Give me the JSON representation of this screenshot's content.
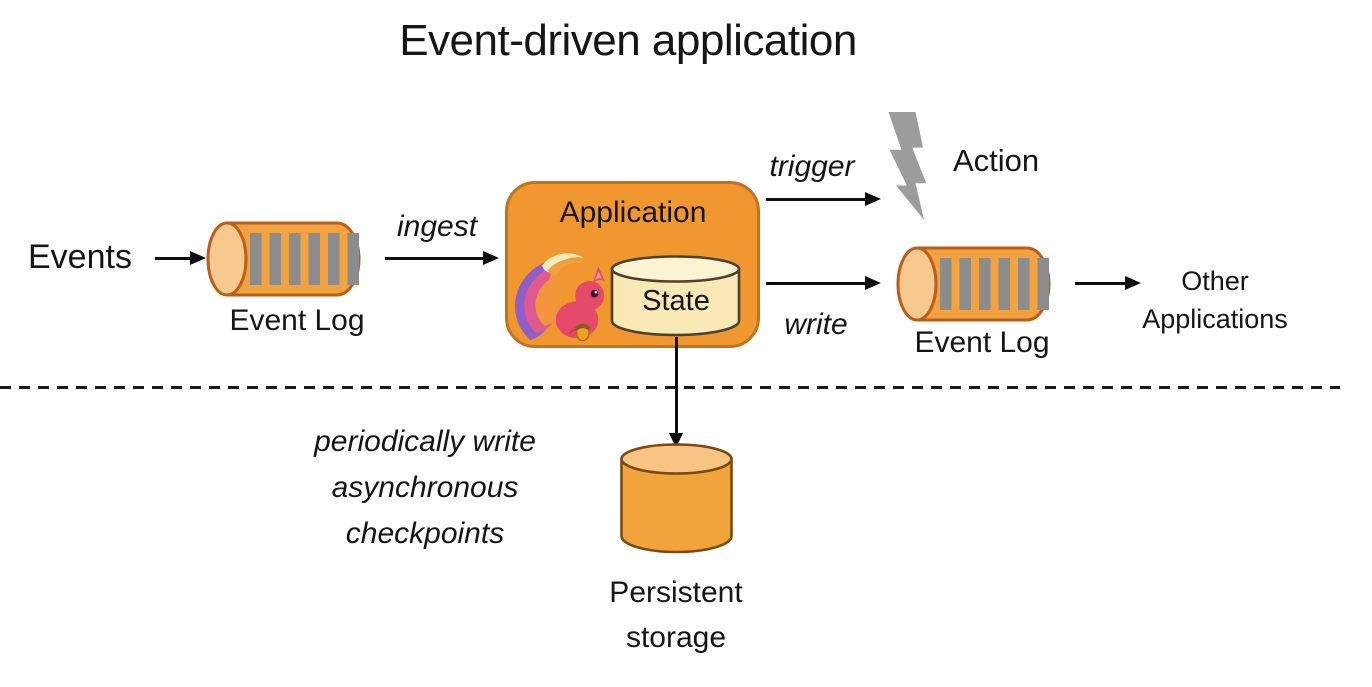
{
  "title": "Event-driven application",
  "nodes": {
    "events": {
      "label": "Events"
    },
    "event_log_in": {
      "label": "Event Log",
      "icon": "log-cylinder-icon"
    },
    "application": {
      "label": "Application",
      "state_label": "State",
      "icon": "flink-squirrel-icon"
    },
    "action": {
      "label": "Action",
      "icon": "lightning-bolt-icon"
    },
    "event_log_out": {
      "label": "Event Log",
      "icon": "log-cylinder-icon"
    },
    "other_applications": {
      "lines": [
        "Other",
        "Applications"
      ]
    },
    "persistent_storage": {
      "lines": [
        "Persistent",
        "storage"
      ],
      "icon": "database-cylinder-icon"
    }
  },
  "edges": {
    "ingest": {
      "label": "ingest"
    },
    "trigger": {
      "label": "trigger"
    },
    "write": {
      "label": "write"
    },
    "checkpoint_note": {
      "lines": [
        "periodically write",
        "asynchronous",
        "checkpoints"
      ]
    }
  },
  "colors": {
    "cylinder_body": "#F2A23E",
    "cylinder_cap": "#F8C98F",
    "cylinder_border": "#BC5E1A",
    "log_bars": "#8C8C8C",
    "application_fill": "#F0982F",
    "application_border": "#C2731F",
    "state_fill": "#FBE9B5",
    "state_top": "#FCF3D3",
    "state_border": "#4A4230",
    "storage_body": "#F2A33C",
    "storage_top": "#F7C483",
    "storage_border": "#7A4A14",
    "lightning": "#9C9C9C",
    "text": "#151515"
  }
}
